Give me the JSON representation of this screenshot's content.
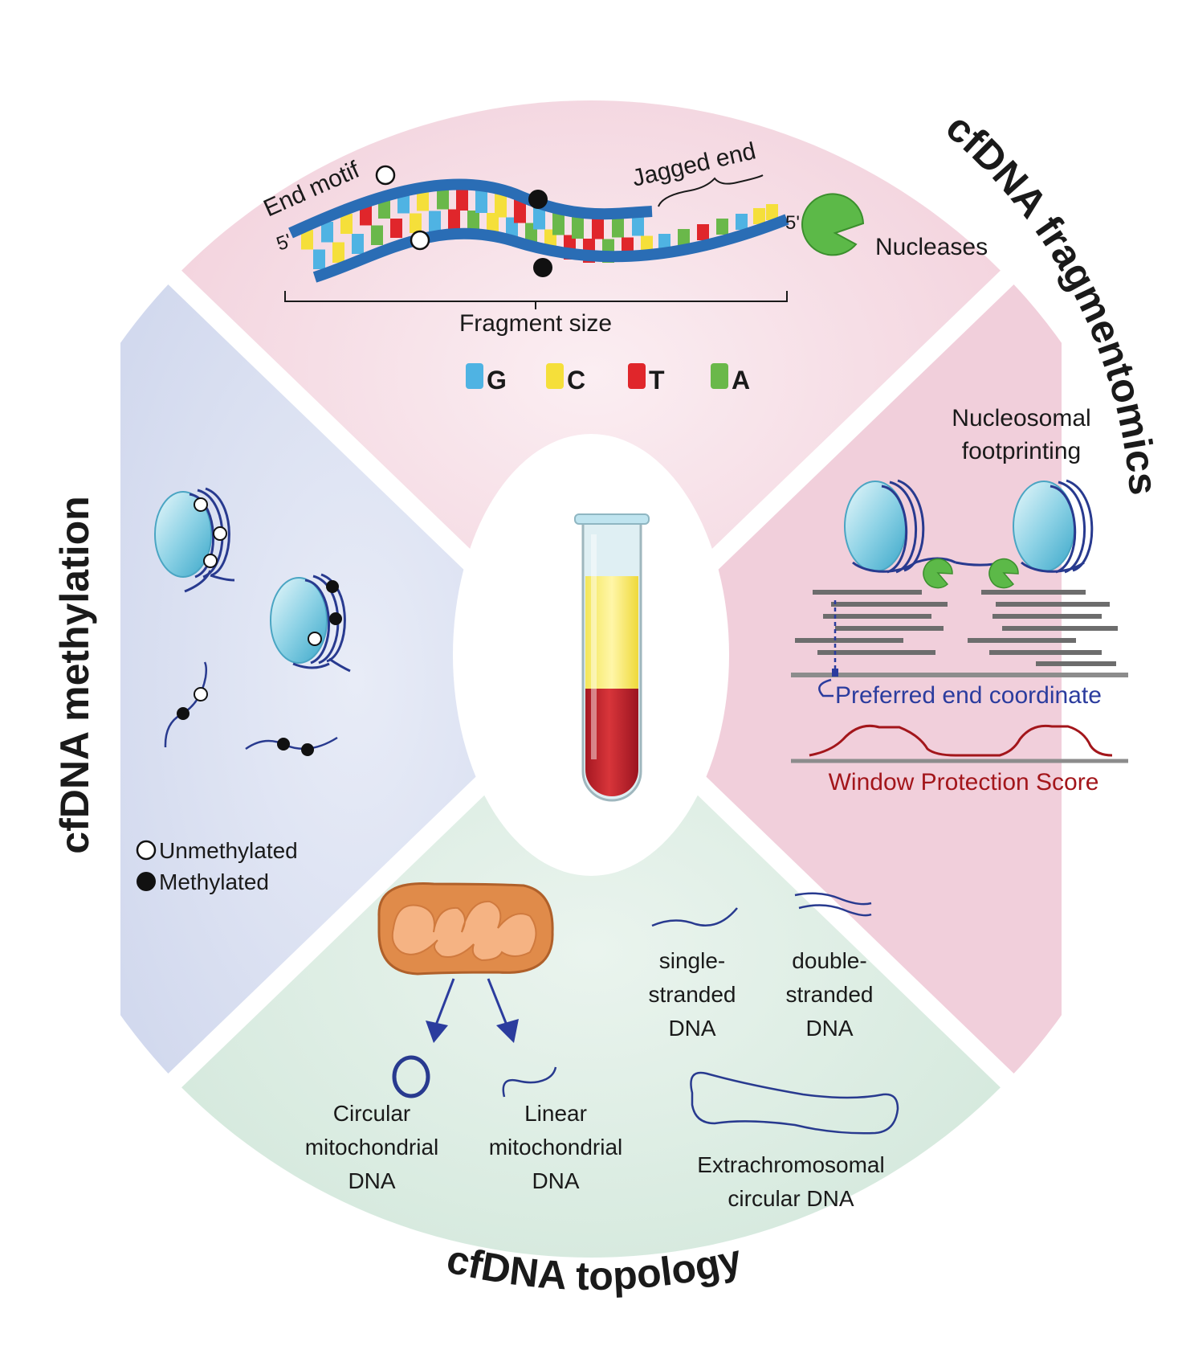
{
  "titles": {
    "fragmentomics": "cfDNA fragmentomics",
    "methylation": "cfDNA methylation",
    "topology": "cfDNA topology"
  },
  "fragment": {
    "end_motif": "End motif",
    "jagged_end": "Jagged end",
    "five_prime_left": "5'",
    "five_prime_right": "5'",
    "nucleases": "Nucleases",
    "fragment_size": "Fragment size"
  },
  "bases": [
    {
      "letter": "G",
      "color": "#4fb3e3"
    },
    {
      "letter": "C",
      "color": "#f5df3a"
    },
    {
      "letter": "T",
      "color": "#e0262b"
    },
    {
      "letter": "A",
      "color": "#6ab84a"
    }
  ],
  "nucleosome": {
    "footprinting_line1": "Nucleosomal",
    "footprinting_line2": "footprinting",
    "preferred_end": "Preferred end coordinate",
    "wps": "Window Protection Score"
  },
  "methylation": {
    "unmethylated": "Unmethylated",
    "methylated": "Methylated"
  },
  "topology": {
    "circular_l1": "Circular",
    "circular_l2": "mitochondrial",
    "circular_l3": "DNA",
    "linear_l1": "Linear",
    "linear_l2": "mitochondrial",
    "linear_l3": "DNA",
    "ss_l1": "single-",
    "ss_l2": "stranded",
    "ss_l3": "DNA",
    "ds_l1": "double-",
    "ds_l2": "stranded",
    "ds_l3": "DNA",
    "ecc_l1": "Extrachromosomal",
    "ecc_l2": "circular DNA"
  },
  "colors": {
    "fragmentomics_bg": "#f3d3dd",
    "methylation_bg": "#d5dcef",
    "topology_bg": "#d3e8dc",
    "dna_blue": "#2a6db5",
    "strand_navy": "#283a8f",
    "nuclease_green": "#5cb948",
    "wps_red": "#a3161b",
    "mito_orange": "#e08b4a"
  }
}
